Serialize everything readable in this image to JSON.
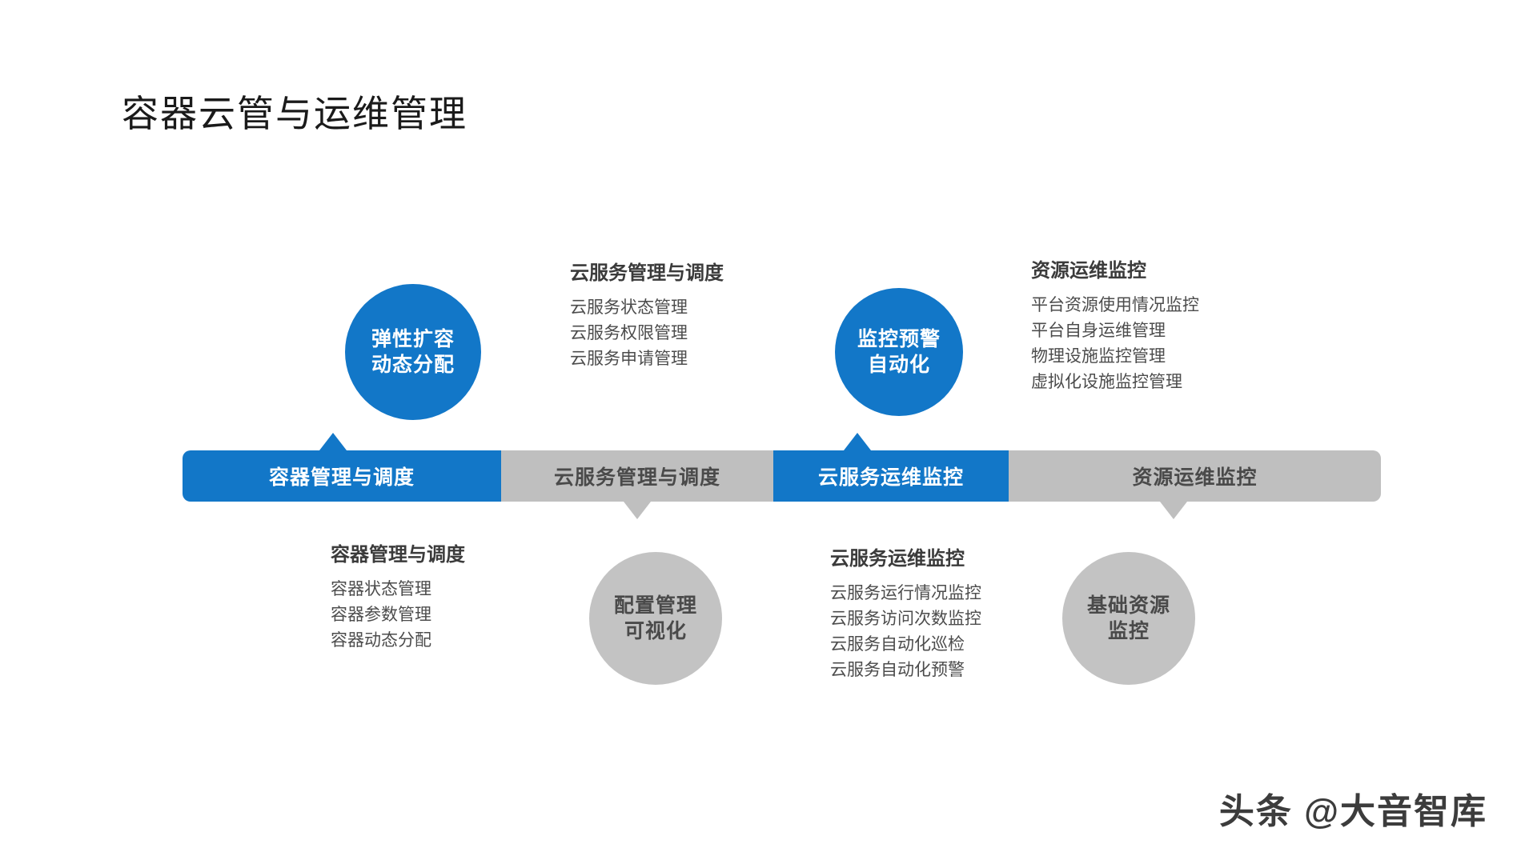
{
  "slide": {
    "title": "容器云管与运维管理",
    "watermark": "头条 @大音智库"
  },
  "colors": {
    "blue": "#1277C8",
    "gray_bar": "#bfbfbf",
    "gray_circle": "#c3c3c3",
    "text_dark": "#3b3b3b",
    "background": "#ffffff"
  },
  "process_bar": {
    "segments": [
      {
        "label": "容器管理与调度",
        "style": "blue",
        "pointer": "up"
      },
      {
        "label": "云服务管理与调度",
        "style": "gray",
        "pointer": "down"
      },
      {
        "label": "云服务运维监控",
        "style": "blue",
        "pointer": "up"
      },
      {
        "label": "资源运维监控",
        "style": "gray",
        "pointer": "down"
      }
    ]
  },
  "circles": [
    {
      "id": "elastic",
      "style": "blue",
      "lines": [
        "弹性扩容",
        "动态分配"
      ]
    },
    {
      "id": "monitor",
      "style": "blue",
      "lines": [
        "监控预警",
        "自动化"
      ]
    },
    {
      "id": "config",
      "style": "gray",
      "lines": [
        "配置管理",
        "可视化"
      ]
    },
    {
      "id": "resource",
      "style": "gray",
      "lines": [
        "基础资源",
        "监控"
      ]
    }
  ],
  "groups": [
    {
      "id": "cloud-service-mgmt",
      "title": "云服务管理与调度",
      "items": [
        "云服务状态管理",
        "云服务权限管理",
        "云服务申请管理"
      ]
    },
    {
      "id": "resource-ops-monitor",
      "title": "资源运维监控",
      "items": [
        "平台资源使用情况监控",
        "平台自身运维管理",
        "物理设施监控管理",
        "虚拟化设施监控管理"
      ]
    },
    {
      "id": "container-mgmt",
      "title": "容器管理与调度",
      "items": [
        "容器状态管理",
        "容器参数管理",
        "容器动态分配"
      ]
    },
    {
      "id": "cloud-service-ops",
      "title": "云服务运维监控",
      "items": [
        "云服务运行情况监控",
        "云服务访问次数监控",
        "云服务自动化巡检",
        "云服务自动化预警"
      ]
    }
  ]
}
